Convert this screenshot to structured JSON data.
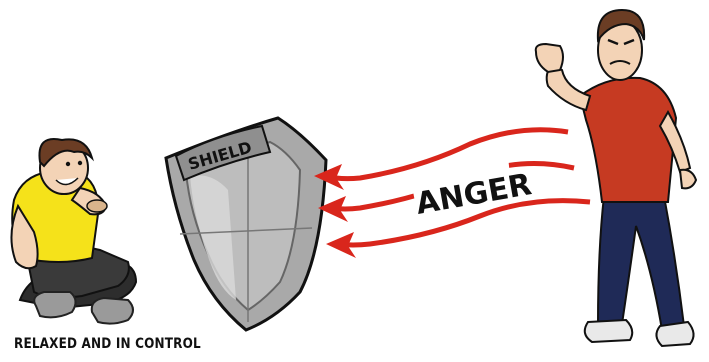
{
  "shield": {
    "label": "SHIELD"
  },
  "arrows": {
    "label": "ANGER"
  },
  "caption": {
    "text": "RELAXED AND IN CONTROL"
  },
  "colors": {
    "arrow_red": "#d9261c",
    "shirt_yellow": "#f5e21a",
    "shirt_red": "#c63a22",
    "jeans_navy": "#1f2a57",
    "pants_dark": "#2d2d2d",
    "shield_gray": "#a9a9a9",
    "skin": "#f3d3b6",
    "hair_brown": "#6b3d24"
  }
}
